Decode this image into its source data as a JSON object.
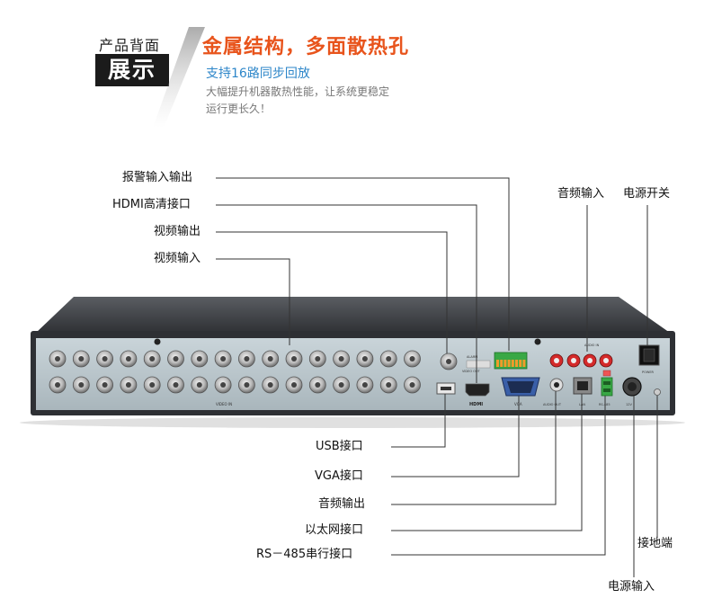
{
  "header": {
    "section_small": "产品背面",
    "section_big": "展示",
    "title": "金属结构，多面散热孔",
    "subtitle": "支持16路同步回放",
    "desc_line1": "大幅提升机器散热性能，让系统更稳定",
    "desc_line2": "运行更长久！"
  },
  "callouts": {
    "alarm_io": "报警输入输出",
    "hdmi": "HDMI高清接口",
    "video_out": "视频输出",
    "video_in": "视频输入",
    "audio_in": "音频输入",
    "power_switch": "电源开关",
    "usb": "USB接口",
    "vga": "VGA接口",
    "audio_out": "音频输出",
    "ethernet": "以太网接口",
    "rs485": "RS－485串行接口",
    "ground": "接地端",
    "power_in": "电源输入"
  },
  "panel_silk": {
    "video_in": "VIDEO IN",
    "video_out": "VIDEO OUT",
    "alarm": "ALARM",
    "hdmi": "HDMI",
    "vga": "VGA",
    "audio_out": "AUDIO OUT",
    "lan": "LAN",
    "rs485": "RS-485",
    "audio_in": "AUDIO IN",
    "dc": "12V",
    "power": "POWER"
  },
  "colors": {
    "accent": "#e8541c",
    "subtitle": "#2d86c9",
    "panel": "#b9c6cc",
    "chassis": "#3a3c40"
  }
}
